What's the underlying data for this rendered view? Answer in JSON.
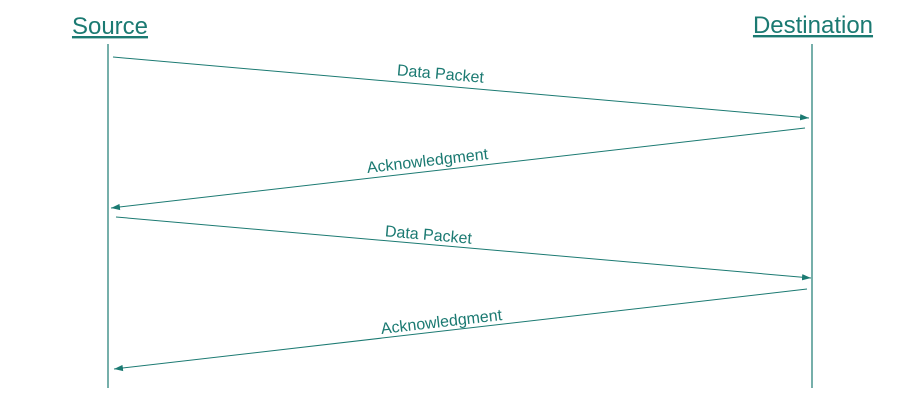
{
  "diagram": {
    "color": "#1b7a72",
    "actors": {
      "source": "Source",
      "destination": "Destination"
    },
    "messages": [
      {
        "label": "Data Packet",
        "from": "source",
        "to": "destination"
      },
      {
        "label": "Acknowledgment",
        "from": "destination",
        "to": "source"
      },
      {
        "label": "Data Packet",
        "from": "source",
        "to": "destination"
      },
      {
        "label": "Acknowledgment",
        "from": "destination",
        "to": "source"
      }
    ]
  }
}
